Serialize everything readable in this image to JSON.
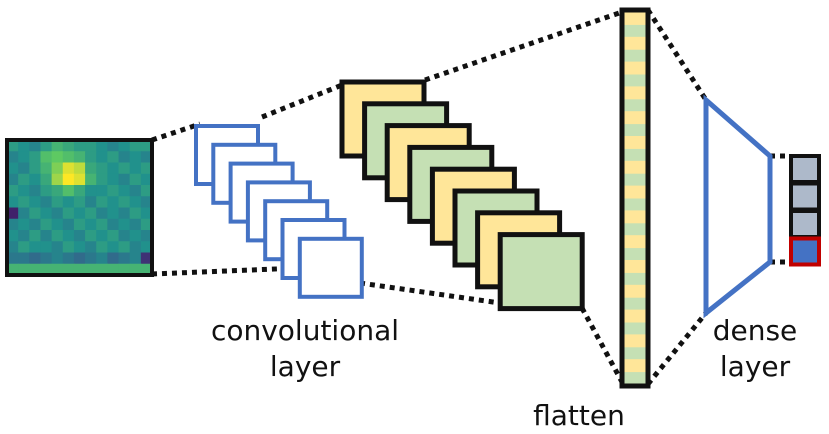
{
  "labels": {
    "conv_line1": "convolutional",
    "conv_line2": "layer",
    "flatten": "flatten",
    "dense_line1": "dense",
    "dense_line2": "layer"
  },
  "colors": {
    "conv_filter_outline": "#4472c4",
    "feature_map_yellow": "#ffe699",
    "feature_map_green": "#c5e0b4",
    "dense_outline": "#4472c4",
    "output_cell": "#adb9ca",
    "output_selected_fill": "#4472c4",
    "output_selected_outline": "#c00000",
    "border": "#111111"
  },
  "input_image": {
    "description_colormap": "viridis",
    "grid": [
      [
        0.55,
        0.5,
        0.45,
        0.55,
        0.65,
        0.6,
        0.55,
        0.55,
        0.5,
        0.45,
        0.5,
        0.55,
        0.55
      ],
      [
        0.45,
        0.5,
        0.55,
        0.7,
        0.75,
        0.7,
        0.65,
        0.55,
        0.5,
        0.55,
        0.45,
        0.5,
        0.45
      ],
      [
        0.5,
        0.45,
        0.55,
        0.65,
        0.8,
        0.95,
        0.9,
        0.6,
        0.55,
        0.5,
        0.55,
        0.5,
        0.55
      ],
      [
        0.45,
        0.55,
        0.5,
        0.6,
        0.85,
        1.0,
        0.95,
        0.65,
        0.55,
        0.5,
        0.45,
        0.55,
        0.5
      ],
      [
        0.55,
        0.5,
        0.45,
        0.55,
        0.6,
        0.7,
        0.6,
        0.5,
        0.5,
        0.55,
        0.5,
        0.45,
        0.55
      ],
      [
        0.5,
        0.55,
        0.5,
        0.45,
        0.55,
        0.5,
        0.55,
        0.45,
        0.55,
        0.5,
        0.55,
        0.5,
        0.45
      ],
      [
        0.1,
        0.45,
        0.55,
        0.5,
        0.45,
        0.55,
        0.5,
        0.55,
        0.45,
        0.5,
        0.45,
        0.55,
        0.5
      ],
      [
        0.45,
        0.5,
        0.45,
        0.55,
        0.5,
        0.45,
        0.55,
        0.5,
        0.55,
        0.45,
        0.5,
        0.45,
        0.55
      ],
      [
        0.5,
        0.45,
        0.55,
        0.45,
        0.55,
        0.5,
        0.45,
        0.55,
        0.5,
        0.55,
        0.45,
        0.5,
        0.45
      ],
      [
        0.45,
        0.55,
        0.5,
        0.5,
        0.45,
        0.55,
        0.5,
        0.45,
        0.55,
        0.5,
        0.55,
        0.45,
        0.5
      ],
      [
        0.4,
        0.4,
        0.35,
        0.4,
        0.45,
        0.4,
        0.35,
        0.4,
        0.45,
        0.35,
        0.4,
        0.45,
        0.15
      ],
      [
        0.65,
        0.65,
        0.65,
        0.65,
        0.65,
        0.65,
        0.65,
        0.65,
        0.65,
        0.65,
        0.65,
        0.65,
        0.65
      ]
    ]
  },
  "conv_filters": {
    "count": 7
  },
  "feature_maps": {
    "colors": [
      "yellow",
      "green",
      "yellow",
      "green",
      "yellow",
      "green",
      "yellow",
      "green"
    ]
  },
  "flatten": {
    "segments": 30
  },
  "output": {
    "count": 4,
    "selected_index": 3
  }
}
